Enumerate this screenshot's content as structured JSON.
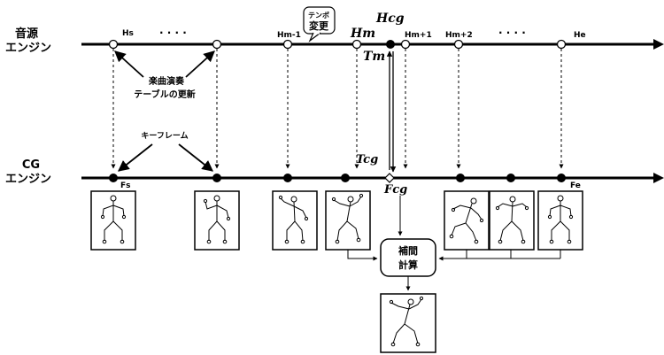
{
  "top_track": {
    "title_line1": "音源",
    "title_line2": "エンジン",
    "markers": [
      "Hs",
      "Hm-1",
      "Hm",
      "Hm+1",
      "Hm+2",
      "He"
    ],
    "ellipsis_left": ". . . .",
    "ellipsis_right": ". . . .",
    "hcg": "Hcg",
    "tm": "Tm"
  },
  "bottom_track": {
    "title_line1": "CG",
    "title_line2": "エンジン",
    "fs": "Fs",
    "fe": "Fe",
    "tcg": "Tcg",
    "fcg": "Fcg"
  },
  "callouts": {
    "tempo_line1": "テンポ",
    "tempo_line2": "変更",
    "update_line1": "楽曲演奏",
    "update_line2": "テーブルの更新",
    "keyframe": "キーフレーム"
  },
  "interp": {
    "line1": "補間",
    "line2": "計算"
  }
}
